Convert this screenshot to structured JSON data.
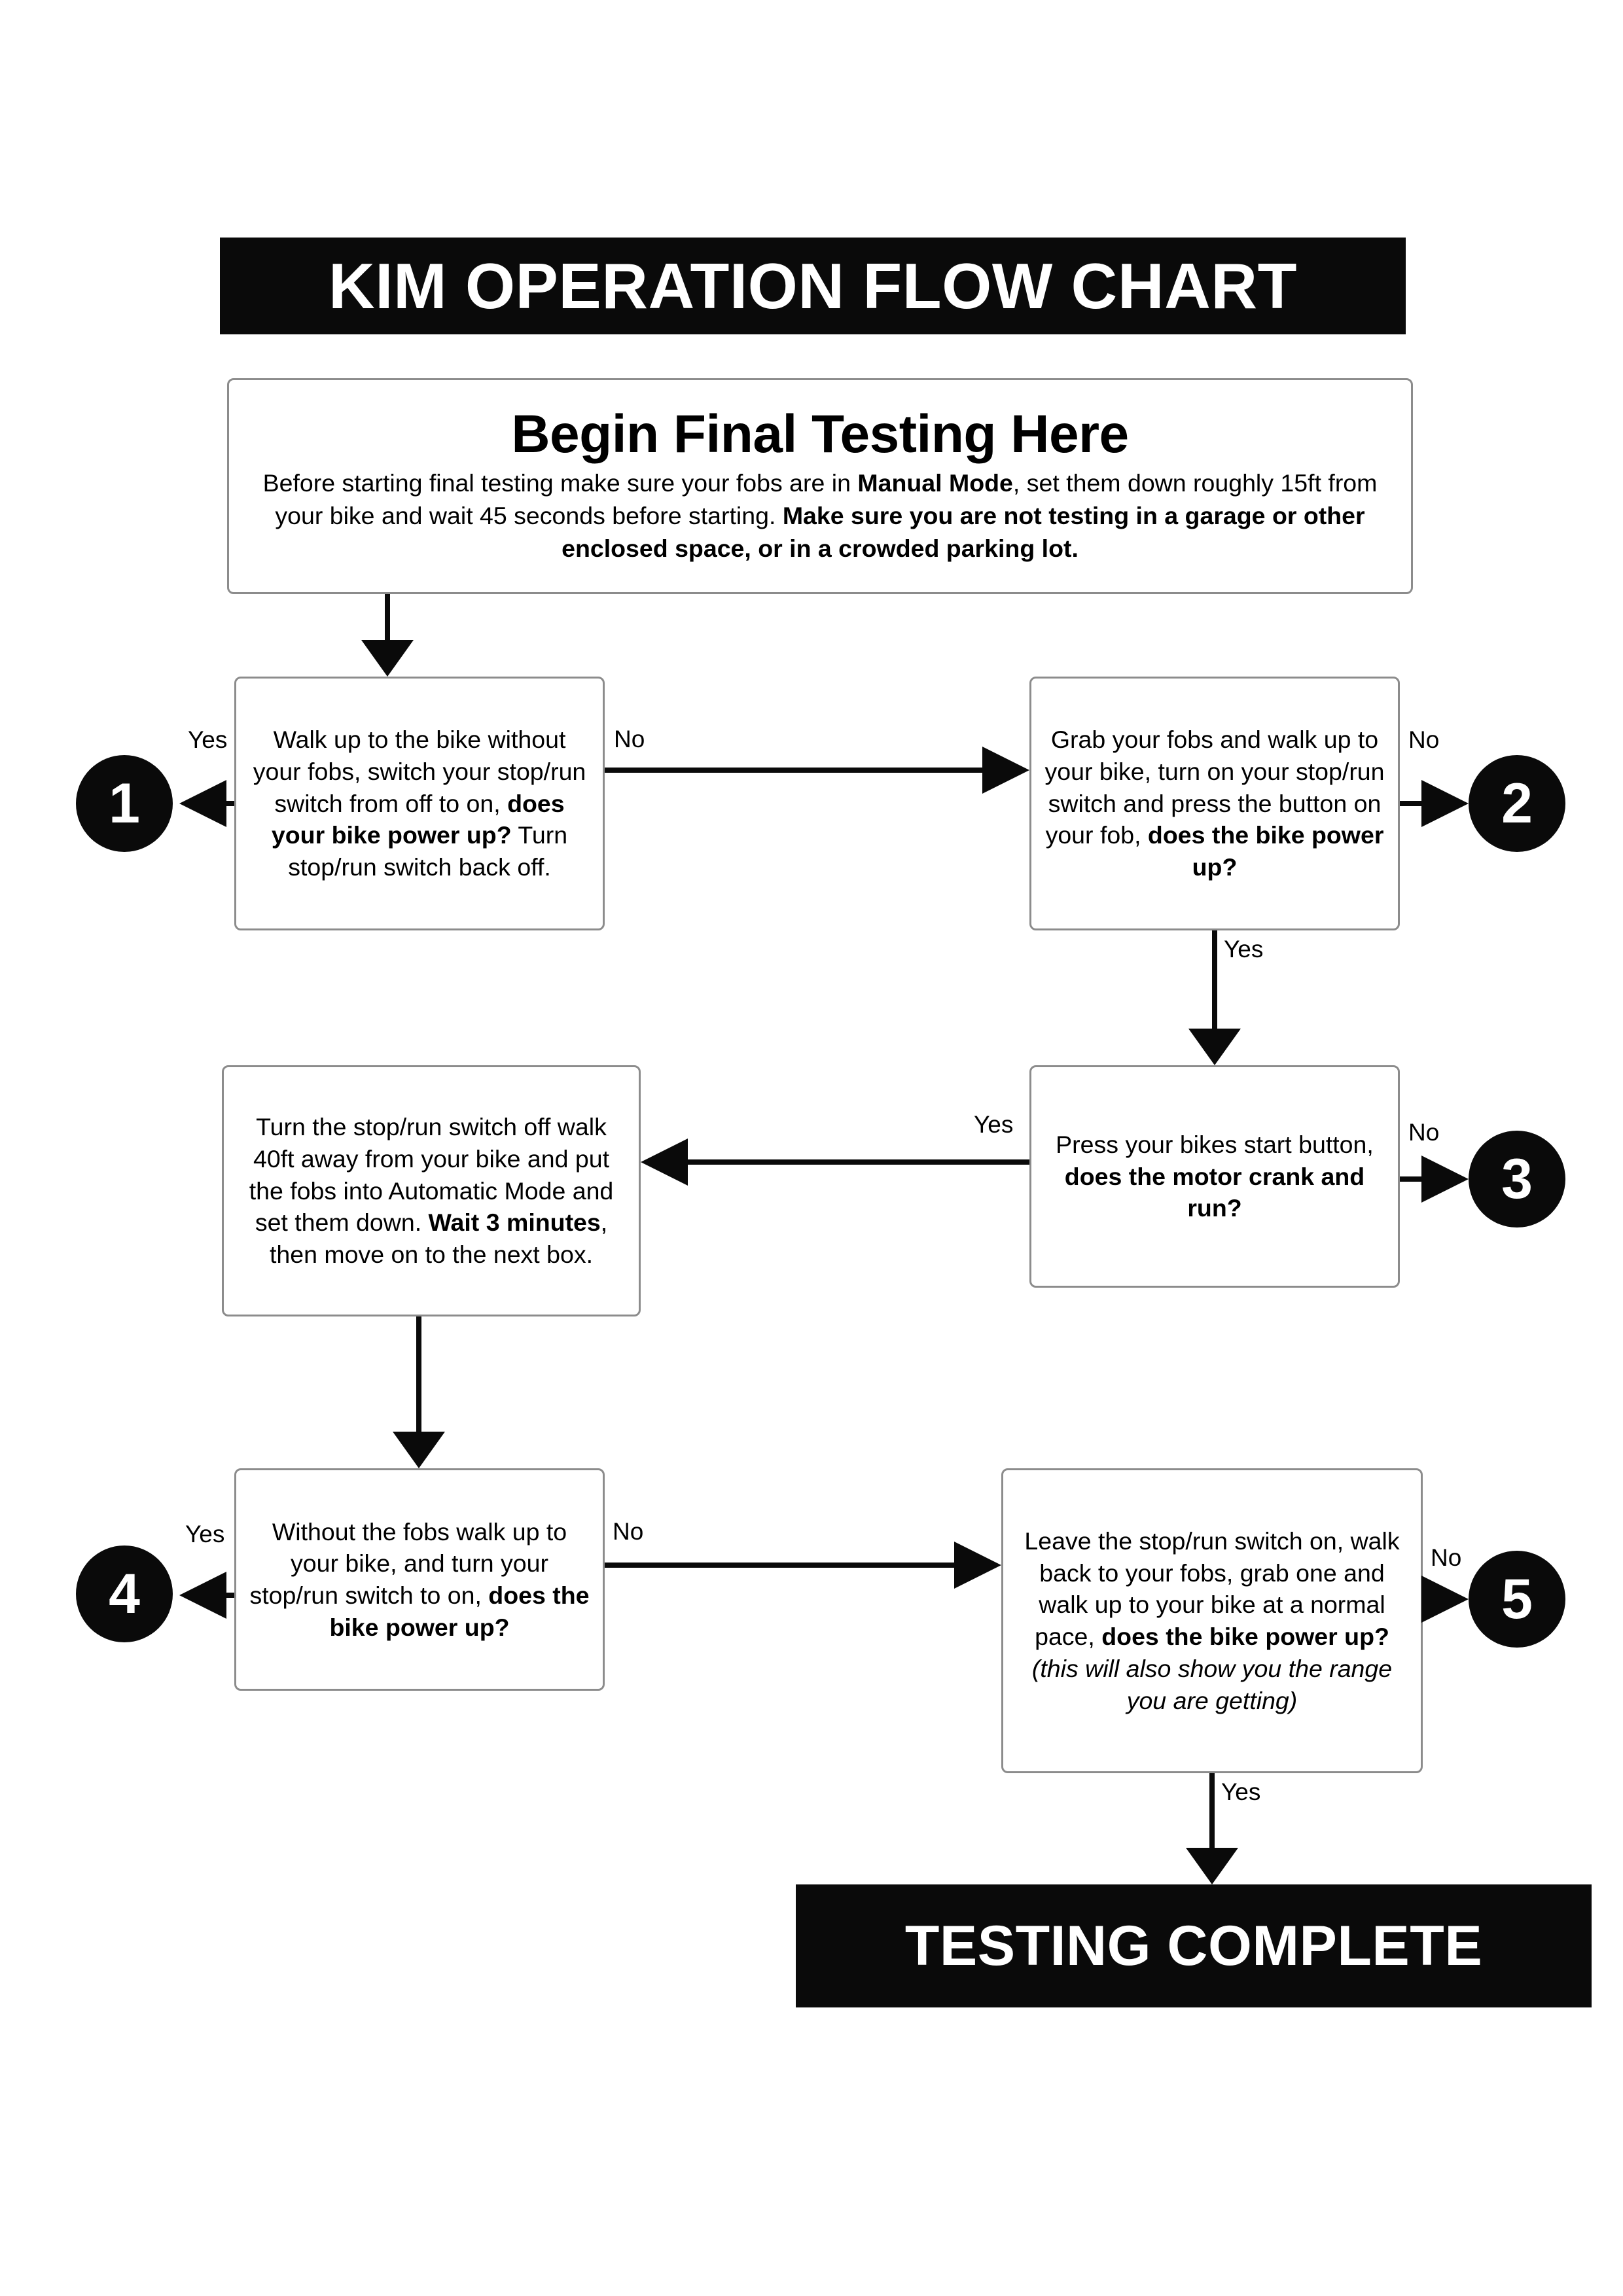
{
  "page": {
    "title_banner": "KIM OPERATION FLOW CHART",
    "complete_banner": "TESTING COMPLETE",
    "accent_color": "#0a0a0a",
    "background_color": "#ffffff",
    "box_border_color": "#8c8c8c"
  },
  "intro": {
    "heading": "Begin Final Testing Here",
    "body_part1": "Before starting final testing make sure your fobs are in ",
    "body_bold1": "Manual Mode",
    "body_part2": ", set them down roughly 15ft from your bike and wait 45 seconds before starting. ",
    "body_bold2": "Make sure you are not testing in a garage or other enclosed space, or in a crowded parking lot."
  },
  "boxes": {
    "box1": {
      "text_part1": "Walk up to the bike without your fobs, switch your stop/run switch from off to on, ",
      "bold1": "does your bike power up?",
      "text_part2": " Turn stop/run switch back off."
    },
    "box2": {
      "text_part1": "Grab your fobs and walk up to your bike, turn on your stop/run switch and press the button on your fob, ",
      "bold1": "does the bike power up?",
      "text_part2": ""
    },
    "box3": {
      "text_part1": "Press your bikes start button, ",
      "bold1": "does the motor crank and run?",
      "text_part2": ""
    },
    "box_wait": {
      "text_part1": "Turn the stop/run switch off walk 40ft away from your bike and put the fobs into Automatic Mode and set them down. ",
      "bold1": "Wait 3 minutes",
      "text_part2": ", then move on to the next box."
    },
    "box4": {
      "text_part1": "Without the fobs walk up to your bike, and turn your stop/run switch to on, ",
      "bold1": "does the bike power up?",
      "text_part2": ""
    },
    "box5": {
      "text_part1": "Leave the stop/run switch on, walk back to your fobs, grab one and walk up to your bike at a normal pace, ",
      "bold1": "does the bike power up?",
      "italic1": " (this will also show you the range you are getting)"
    }
  },
  "badges": {
    "b1": "1",
    "b2": "2",
    "b3": "3",
    "b4": "4",
    "b5": "5"
  },
  "edges": {
    "intro_to_box1": "",
    "box1_yes": "Yes",
    "box1_no": "No",
    "box2_no": "No",
    "box2_yes": "Yes",
    "box3_no": "No",
    "box3_yes": "Yes",
    "wait_to_box4": "",
    "box4_yes": "Yes",
    "box4_no": "No",
    "box5_no": "No",
    "box5_yes": "Yes"
  }
}
